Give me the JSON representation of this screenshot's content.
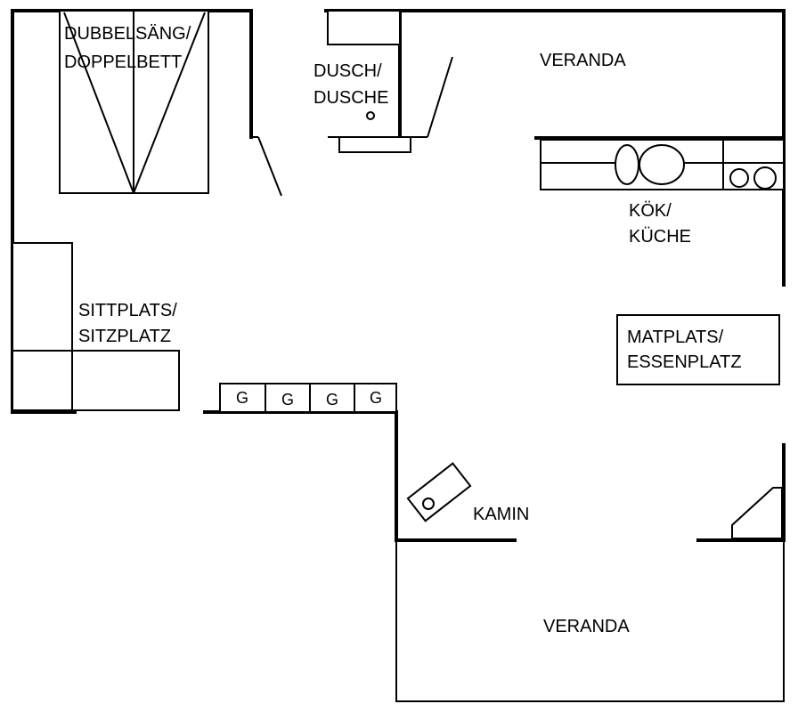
{
  "labels": {
    "bed_line1": "DUBBELSÄNG/",
    "bed_line2": "DOPPELBETT",
    "shower_line1": "DUSCH/",
    "shower_line2": "DUSCHE",
    "veranda_top": "VERANDA",
    "kitchen_line1": "KÖK/",
    "kitchen_line2": "KÜCHE",
    "seating_line1": "SITTPLATS/",
    "seating_line2": "SITZPLATZ",
    "dining_line1": "MATPLATS/",
    "dining_line2": "ESSENPLATZ",
    "fireplace": "KAMIN",
    "veranda_bottom": "VERANDA"
  },
  "wardrobe_units": [
    "G",
    "G",
    "G",
    "G"
  ]
}
